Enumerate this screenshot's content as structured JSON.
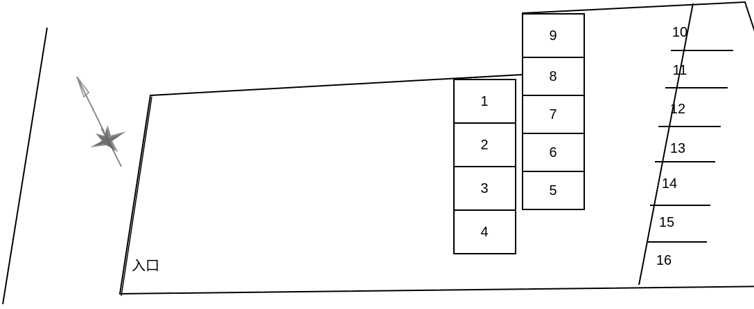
{
  "entrance_label": "入口",
  "stalls": {
    "block_a": [
      "1",
      "2",
      "3",
      "4"
    ],
    "block_b": [
      "9",
      "8",
      "7",
      "6",
      "5"
    ],
    "right_row": [
      "10",
      "11",
      "12",
      "13",
      "14",
      "15",
      "16"
    ]
  },
  "colors": {
    "line": "#000000",
    "compass": "#8a8a8a"
  },
  "icons": {
    "compass": "north-compass-icon"
  }
}
